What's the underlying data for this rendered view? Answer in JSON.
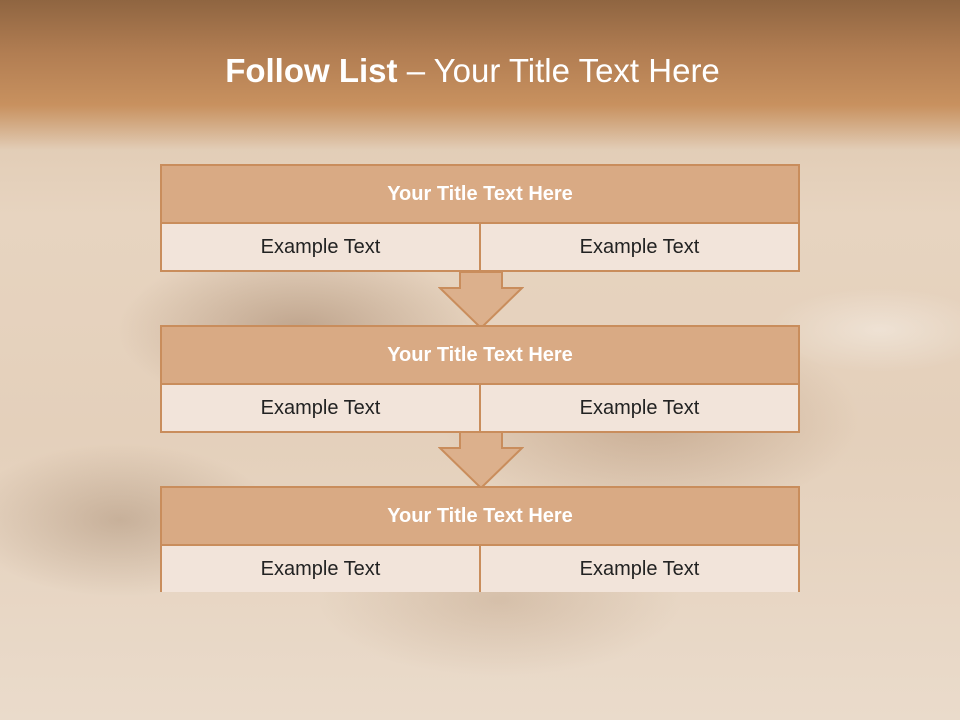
{
  "title": {
    "bold": "Follow List",
    "rest": " – Your Title Text Here"
  },
  "blocks": [
    {
      "heading": "Your Title Text Here",
      "cells": [
        "Example Text",
        "Example Text"
      ]
    },
    {
      "heading": "Your Title Text Here",
      "cells": [
        "Example Text",
        "Example Text"
      ]
    },
    {
      "heading": "Your Title Text Here",
      "cells": [
        "Example Text",
        "Example Text"
      ]
    }
  ],
  "colors": {
    "header": "#b17d52",
    "block_border": "#c98d5c",
    "block_heading_bg": "#d9aa84",
    "arrow_fill": "#dcb08c"
  },
  "icons": {
    "connector": "down-arrow-icon"
  }
}
